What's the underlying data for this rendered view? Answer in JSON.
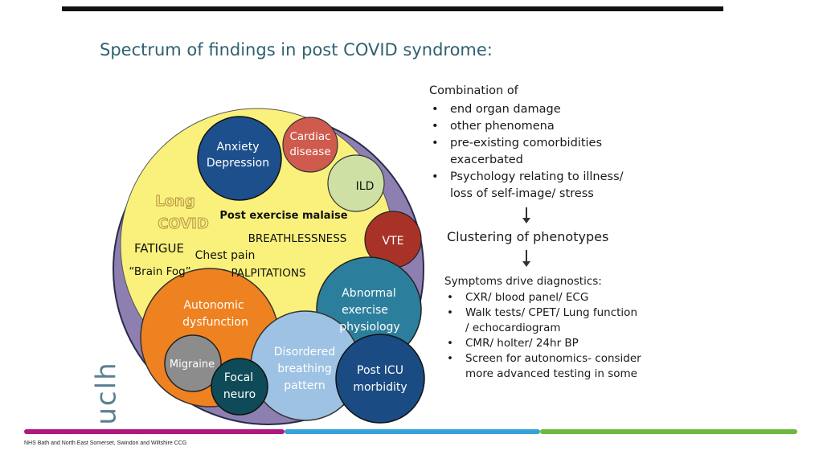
{
  "title": "Spectrum of findings in post COVID syndrome:",
  "logo_text": "uclh",
  "colors": {
    "outer": "#8d7fb0",
    "inner": "#faf17c",
    "anxiety": "#1d4f8c",
    "cardiac": "#cf5a4e",
    "ild": "#cfe0a4",
    "vte": "#a93228",
    "abnormal": "#2c7f9c",
    "autonomic": "#ee8221",
    "disordered": "#9dc2e3",
    "migraine": "#8c8c8c",
    "focal": "#0e4a57",
    "post_icu": "#1a4c83",
    "bar_magenta": "#b0177f",
    "bar_blue": "#35a3d9",
    "bar_green": "#6db83f"
  },
  "diagram": {
    "long_covid": [
      "Long",
      "COVID"
    ],
    "symptoms": {
      "post_exercise": "Post exercise malaise",
      "breathlessness": "BREATHLESSNESS",
      "fatigue": "FATIGUE",
      "chest_pain": "Chest pain",
      "brain_fog": "“Brain Fog”",
      "palpitations": "PALPITATIONS"
    },
    "circles": {
      "anxiety": [
        "Anxiety",
        "Depression"
      ],
      "cardiac": [
        "Cardiac",
        "disease"
      ],
      "ild": "ILD",
      "vte": "VTE",
      "abnormal": [
        "Abnormal",
        "exercise",
        "physiology"
      ],
      "autonomic": [
        "Autonomic",
        "dysfunction"
      ],
      "disordered": [
        "Disordered",
        "breathing",
        "pattern"
      ],
      "migraine": "Migraine",
      "focal": [
        "Focal",
        "neuro"
      ],
      "post_icu": [
        "Post ICU",
        "morbidity"
      ]
    }
  },
  "combination": {
    "heading": "Combination of",
    "items": [
      "end organ damage",
      "other phenomena",
      "pre-existing comorbidities exacerbated",
      "Psychology relating to illness/ loss of self-image/ stress"
    ]
  },
  "clustering": "Clustering of phenotypes",
  "diagnostics": {
    "heading": "Symptoms drive diagnostics:",
    "items": [
      "CXR/ blood panel/ ECG",
      "Walk tests/ CPET/ Lung function / echocardiogram",
      "CMR/ holter/ 24hr BP",
      "Screen for autonomics- consider more advanced testing in some"
    ]
  },
  "footer": "NHS Bath and North East Somerset, Swindon and Wiltshire CCG"
}
